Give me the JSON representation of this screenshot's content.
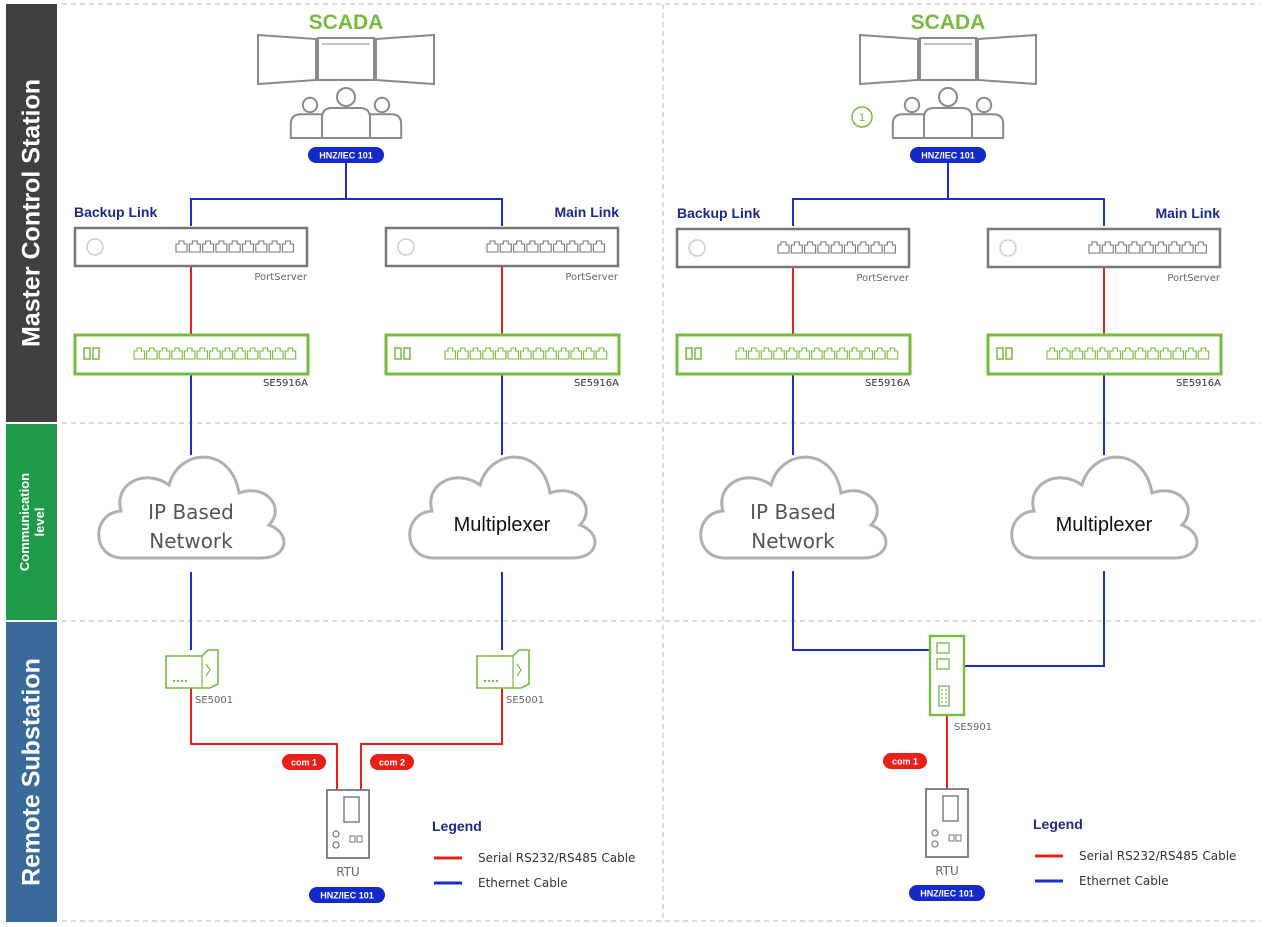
{
  "bands": {
    "master": {
      "label": "Master Control Station",
      "color": "#404040"
    },
    "comm": {
      "label_line1": "Communication",
      "label_line2": "level",
      "color": "#1f9a48"
    },
    "remote": {
      "label": "Remote Substation",
      "color": "#3a6a9a"
    }
  },
  "colors": {
    "green": "#77bb41",
    "serial": "#e8201a",
    "ethernet": "#1a2fc8",
    "device_gray": "#777777",
    "badge": "#1429c8"
  },
  "diagrams": [
    {
      "scada_title": "SCADA",
      "top_badge": "HNZ/IEC 101",
      "backup_link": "Backup Link",
      "main_link": "Main Link",
      "portserver_label": "PortServer",
      "switch_label": "SE5916A",
      "cloud_left": {
        "line1": "IP Based",
        "line2": "Network"
      },
      "cloud_right": {
        "line1": "Multiplexer"
      },
      "gateway_label": "SE5001",
      "com1": "com 1",
      "com2": "com 2",
      "rtu_label": "RTU",
      "rtu_badge": "HNZ/IEC 101",
      "legend_title": "Legend",
      "legend_serial": "Serial RS232/RS485 Cable",
      "legend_ethernet": "Ethernet Cable"
    },
    {
      "scada_title": "SCADA",
      "marker": "1",
      "top_badge": "HNZ/IEC 101",
      "backup_link": "Backup Link",
      "main_link": "Main Link",
      "portserver_label": "PortServer",
      "switch_label": "SE5916A",
      "cloud_left": {
        "line1": "IP Based",
        "line2": "Network"
      },
      "cloud_right": {
        "line1": "Multiplexer"
      },
      "gateway_label": "SE5901",
      "com1": "com 1",
      "rtu_label": "RTU",
      "rtu_badge": "HNZ/IEC 101",
      "legend_title": "Legend",
      "legend_serial": "Serial RS232/RS485 Cable",
      "legend_ethernet": "Ethernet Cable"
    }
  ]
}
